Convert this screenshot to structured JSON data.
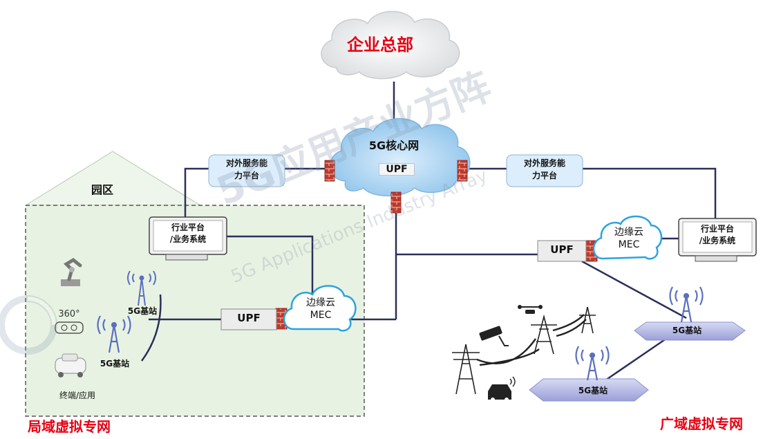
{
  "hq": "企业总部",
  "core_network": "5G核心网",
  "core_upf": "UPF",
  "external_service_left": [
    "对外服务能",
    "力平台"
  ],
  "external_service_right": [
    "对外服务能",
    "力平台"
  ],
  "park_label": "园区",
  "industry_platform_left": [
    "行业平台",
    "/业务系统"
  ],
  "industry_platform_right": [
    "行业平台",
    "/业务系统"
  ],
  "upf_local": "UPF",
  "upf_wide": "UPF",
  "mec_local": [
    "边缘云",
    "MEC"
  ],
  "mec_wide": [
    "边缘云",
    "MEC"
  ],
  "base_station": "5G基站",
  "terminal_label": "终端/应用",
  "camera_360_label": "360°",
  "local_private_network": "局域虚拟专网",
  "wide_private_network": "广域虚拟专网",
  "watermark_cn": "5G应用产业方阵",
  "watermark_en": "5G Applications Industry Array",
  "colors": {
    "title_red": "#e60012",
    "link_navy": "#2a2f5a",
    "cloud_blue": "#9ed0f0",
    "mec_border": "#29a3e0",
    "service_box": "#dceefb",
    "park_fill": "#e8f2e2",
    "firewall": "#b82a2a",
    "antenna": "#5b6fc0"
  }
}
